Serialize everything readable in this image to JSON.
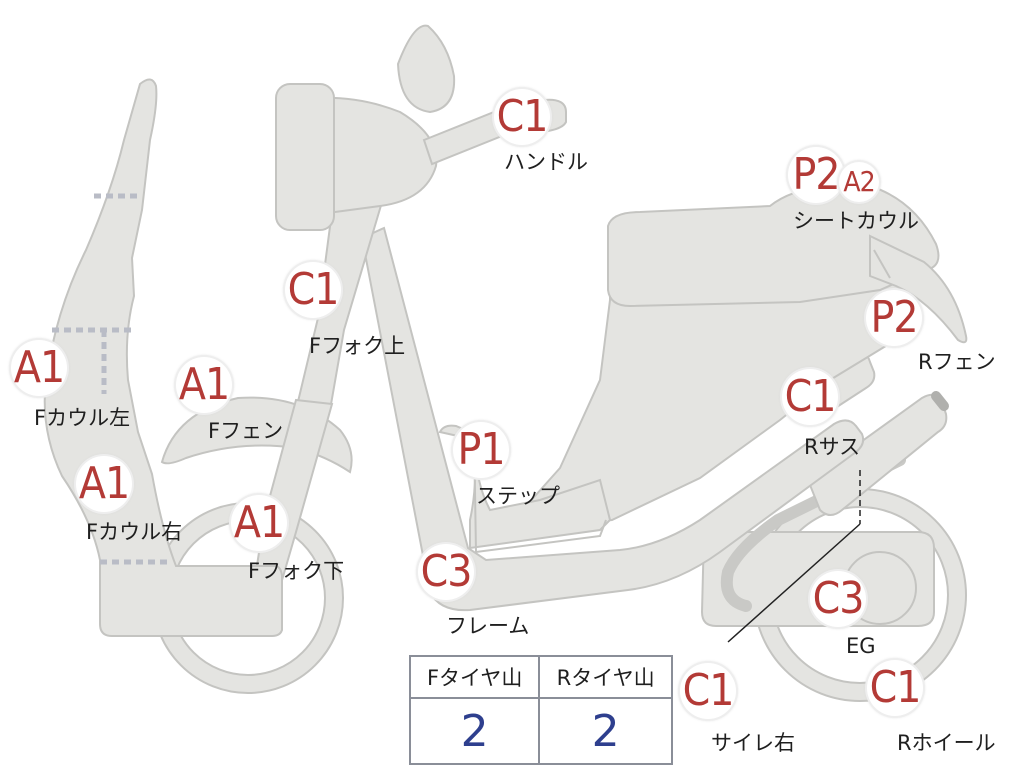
{
  "parts": [
    {
      "code": "C1",
      "label": "ハンドル"
    },
    {
      "code": "P2",
      "code2": "A2",
      "label": "シートカウル"
    },
    {
      "code": "C1",
      "label": "Fフォク上"
    },
    {
      "code": "P2",
      "label": "Rフェン"
    },
    {
      "code": "A1",
      "label": "Fカウル左"
    },
    {
      "code": "A1",
      "label": "Fフェン"
    },
    {
      "code": "C1",
      "label": "Rサス"
    },
    {
      "code": "P1",
      "label": "ステップ"
    },
    {
      "code": "A1",
      "label": "Fカウル右"
    },
    {
      "code": "A1",
      "label": "Fフォク下"
    },
    {
      "code": "C3",
      "label": "フレーム"
    },
    {
      "code": "C3",
      "label": "EG"
    },
    {
      "code": "C1",
      "label": "サイレ右"
    },
    {
      "code": "C1",
      "label": "Rホイール"
    }
  ],
  "tire_table": {
    "headers": [
      "Fタイヤ山",
      "Rタイヤ山"
    ],
    "values": [
      "2",
      "2"
    ]
  },
  "colors": {
    "part_fill": "#e4e4e1",
    "part_outline": "#c4c4c1",
    "code_text": "#b33a36",
    "table_value": "#2e3f8e",
    "dashed_seam": "#b9bcc6"
  }
}
